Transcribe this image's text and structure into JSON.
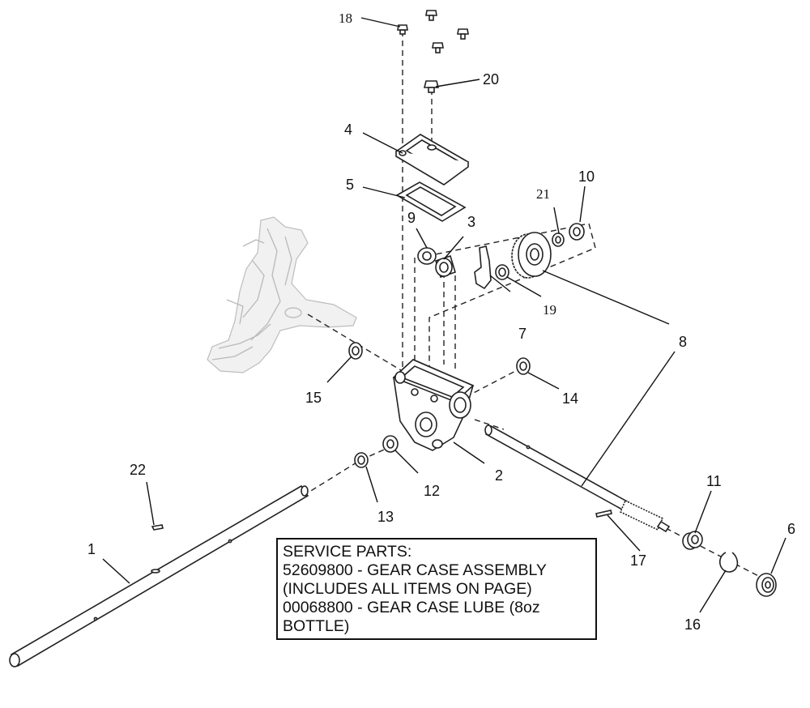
{
  "callouts": [
    "1",
    "2",
    "3",
    "4",
    "5",
    "6",
    "7",
    "8",
    "9",
    "10",
    "11",
    "12",
    "13",
    "14",
    "15",
    "16",
    "17",
    "18",
    "19",
    "20",
    "21",
    "22"
  ],
  "service_box": {
    "lines": [
      "SERVICE PARTS:",
      "52609800 - GEAR CASE ASSEMBLY",
      "(INCLUDES ALL ITEMS ON PAGE)",
      "00068800 - GEAR CASE LUBE (8oz",
      "BOTTLE)"
    ]
  }
}
